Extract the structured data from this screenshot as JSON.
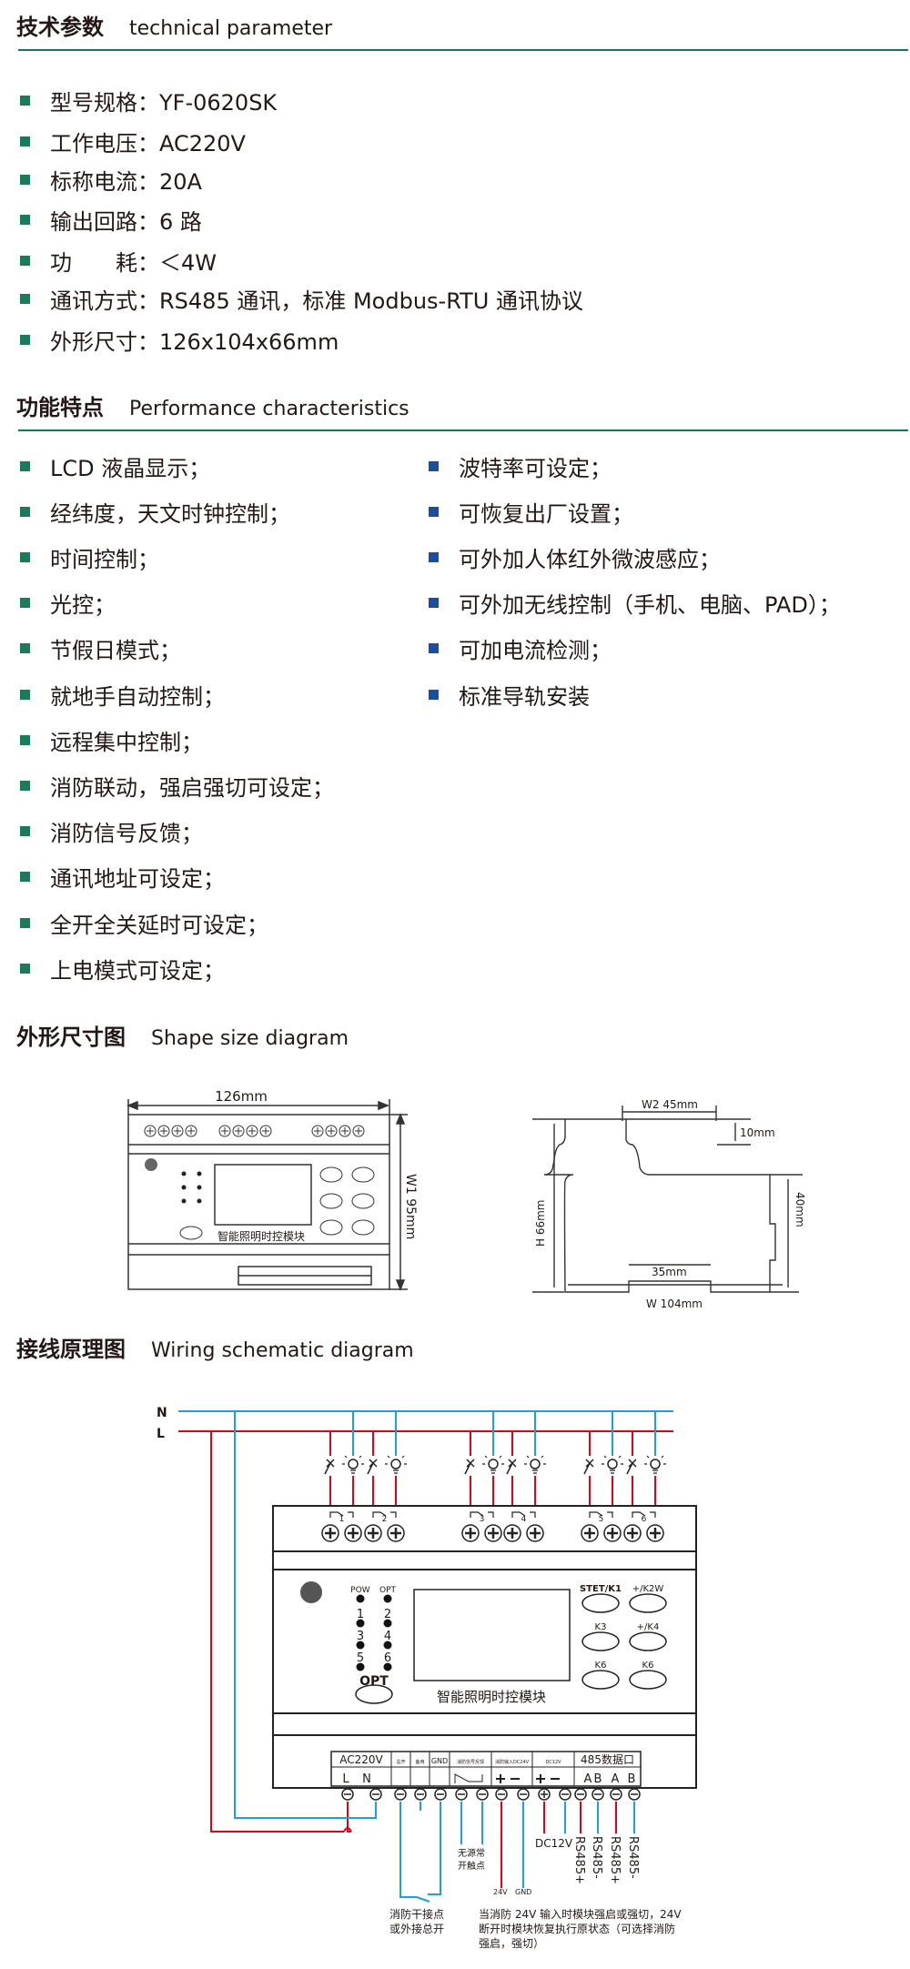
{
  "sections": {
    "tech": {
      "cn": "技术参数",
      "en": "technical parameter"
    },
    "perf": {
      "cn": "功能特点",
      "en": "Performance  characteristics"
    },
    "shape": {
      "cn": "外形尺寸图",
      "en": "Shape size diagram"
    },
    "wiring": {
      "cn": "接线原理图",
      "en": "Wiring schematic diagram"
    }
  },
  "specs": [
    "型号规格：YF-0620SK",
    "工作电压：AC220V",
    "标称电流：20A",
    "输出回路：6 路",
    "功　　耗：＜4W",
    "通讯方式：RS485 通讯，标准 Modbus-RTU 通讯协议",
    "外形尺寸：126x104x66mm"
  ],
  "features_left": [
    "LCD 液晶显示；",
    "经纬度，天文时钟控制；",
    "时间控制；",
    "光控；",
    "节假日模式；",
    "就地手自动控制；",
    "远程集中控制；",
    "消防联动，强启强切可设定；",
    "消防信号反馈；",
    "通讯地址可设定；",
    "全开全关延时可设定；",
    "上电模式可设定；"
  ],
  "features_right": [
    "波特率可设定；",
    "可恢复出厂设置；",
    "可外加人体红外微波感应；",
    "可外加无线控制（手机、电脑、PAD）；",
    "可加电流检测；",
    "标准导轨安装"
  ],
  "shape_front": {
    "width": "126mm",
    "height": "W1   95mm",
    "module_name": "智能照明时控模块"
  },
  "shape_side": {
    "w2": "W2  45mm",
    "top": "10mm",
    "h": "H    66mm",
    "rail": "40mm",
    "base": "35mm",
    "w": "W   104mm"
  },
  "wiring": {
    "n": "N",
    "l": "L",
    "leds": [
      "POW",
      "OPT",
      "1",
      "2",
      "3",
      "4",
      "5",
      "6"
    ],
    "opt": "OPT",
    "buttons": [
      "STET/K1",
      "+/K2W",
      "K3",
      "+/K4",
      "K6",
      "K6"
    ],
    "module_name": "智能照明时控模块",
    "terminal_heads": [
      "AC220V",
      "总开",
      "备用",
      "GND",
      "消防信号反馈",
      "消防输入DC24V",
      "DC12V",
      "485数据口"
    ],
    "terminal_subs": [
      "L",
      "N",
      "A",
      "B",
      "A",
      "B"
    ],
    "channels": [
      "1",
      "2",
      "3",
      "4",
      "5",
      "6"
    ],
    "dc12v": "DC12V",
    "rs485": [
      "RS485+",
      "RS485-",
      "RS485+",
      "RS485-"
    ],
    "passive": [
      "无源常",
      "开触点"
    ],
    "v24": "24V",
    "gnd": "GND",
    "fire_dry": [
      "消防干接点",
      "或外接总开"
    ],
    "note": [
      "当消防 24V 输入时模块强启或强切，24V",
      "断开时模块恢复执行原状态（可选择消防",
      "强启，强切）"
    ]
  },
  "colors": {
    "green": "#0e7a52",
    "bullet_green": "#1a7a5a",
    "bullet_blue": "#1a4fa0",
    "wire_red": "#e60012",
    "wire_blue": "#1ca0e0"
  }
}
